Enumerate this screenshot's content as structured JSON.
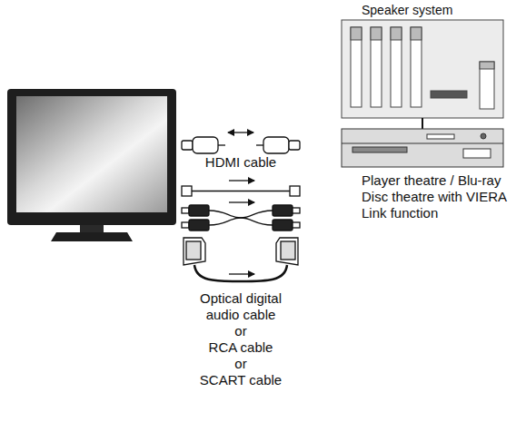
{
  "diagram": {
    "labels": [
      "Speaker system",
      "HDMI cable",
      "Player theatre / Blu-ray Disc theatre with VIERA Link function",
      "Optical digital audio cable",
      "or",
      "RCA cable",
      "or",
      "SCART cable"
    ]
  }
}
